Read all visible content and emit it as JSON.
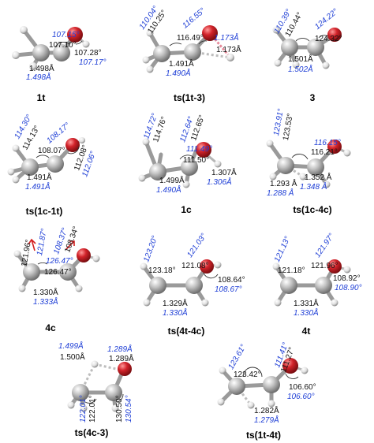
{
  "colors": {
    "carbon": "#9d9d9d",
    "oxygen": "#d2232a",
    "hydrogen": "#e2e2e2",
    "label_black": "#111111",
    "label_blue": "#1f3fd6",
    "arrow": "#d42020"
  },
  "panels": {
    "p1t": {
      "name": "1t",
      "labels": [
        "107.15°",
        "107.10°",
        "107.28°",
        "107.17°",
        "1.498Å",
        "1.498Å"
      ]
    },
    "p1t3": {
      "name": "ts(1t-3)",
      "labels": [
        "110.04°",
        "110.25°",
        "116.55°",
        "116.49°",
        "1.173Å",
        "1.173Å",
        "1.491Å",
        "1.490Å"
      ]
    },
    "p3": {
      "name": "3",
      "labels": [
        "110.39°",
        "110.44°",
        "124.22°",
        "124.32°",
        "1.501Å",
        "1.502Å"
      ]
    },
    "p1c1t": {
      "name": "ts(1c-1t)",
      "labels": [
        "114.30°",
        "114.13°",
        "108.17°",
        "108.07°",
        "112.08°",
        "112.06°",
        "1.491Å",
        "1.491Å"
      ]
    },
    "p1c": {
      "name": "1c",
      "labels": [
        "114.72°",
        "114.76°",
        "112.64°",
        "112.65°",
        "111.49°",
        "111.50°",
        "1.307Å",
        "1.306Å",
        "1.499Å",
        "1.490Å"
      ]
    },
    "p1c4c": {
      "name": "ts(1c-4c)",
      "labels": [
        "123.91°",
        "123.53°",
        "116.15°",
        "116.21°",
        "1.293 Å",
        "1.288 Å",
        "1.352 Å",
        "1.348 Å"
      ]
    },
    "p4c": {
      "name": "4c",
      "labels": [
        "121.96°",
        "121.87°",
        "108.37°",
        "108.34°",
        "126.47°",
        "126.47°",
        "1.330Å",
        "1.333Å"
      ]
    },
    "p4t4c": {
      "name": "ts(4t-4c)",
      "labels": [
        "123.20°",
        "123.18°",
        "121.03°",
        "121.08°",
        "108.64°",
        "108.67°",
        "1.329Å",
        "1.330Å"
      ]
    },
    "p4t": {
      "name": "4t",
      "labels": [
        "121.13°",
        "121.18°",
        "121.97°",
        "121.96°",
        "108.92°",
        "108.90°",
        "1.331Å",
        "1.330Å"
      ]
    },
    "p4c3": {
      "name": "ts(4c-3)",
      "labels": [
        "1.499Å",
        "1.500Å",
        "1.289Å",
        "1.289Å",
        "122.01°",
        "122.01°",
        "130.50°",
        "130.54°"
      ]
    },
    "p1t4t": {
      "name": "ts(1t-4t)",
      "labels": [
        "123.61°",
        "123.42°",
        "111.41°",
        "111.27°",
        "106.60°",
        "106.60°",
        "1.282Å",
        "1.279Å"
      ]
    }
  }
}
